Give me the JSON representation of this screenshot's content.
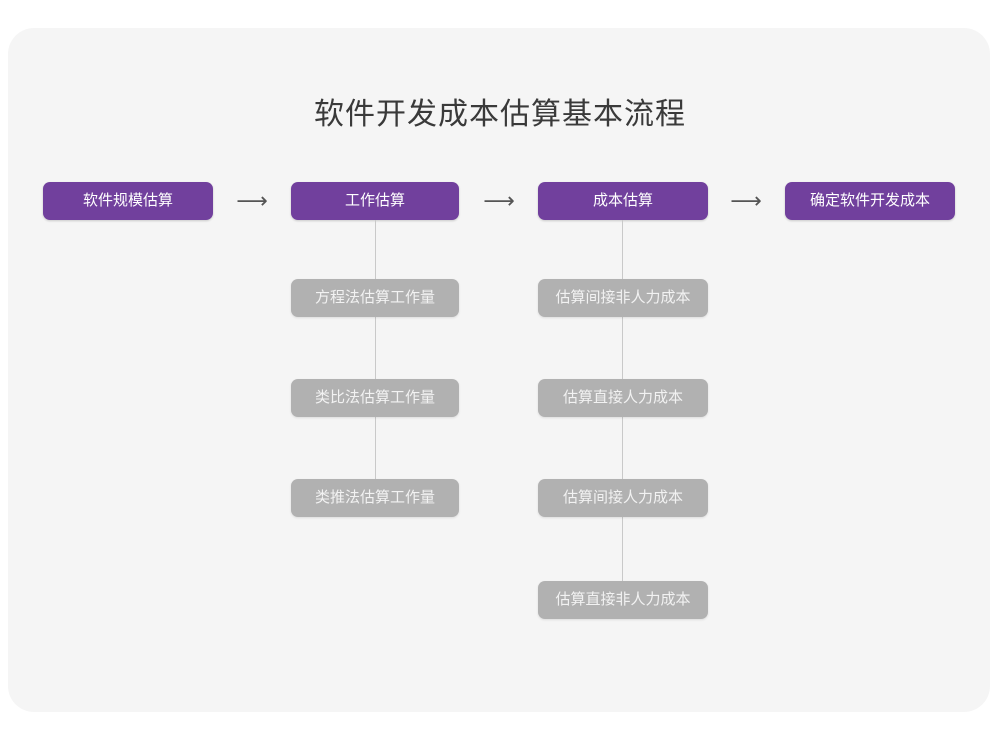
{
  "title": "软件开发成本估算基本流程",
  "colors": {
    "page_background": "#ffffff",
    "card_background": "#f5f5f5",
    "primary_node": "#71409D",
    "primary_node_text": "#ffffff",
    "sub_node": "#b1b1b1",
    "sub_node_text": "#f2f2f2",
    "connector": "#c9c9c9",
    "arrow": "#555555",
    "title_text": "#3a3a3a"
  },
  "flow": {
    "main_steps": [
      {
        "id": "scale",
        "label": "软件规模估算"
      },
      {
        "id": "effort",
        "label": "工作估算"
      },
      {
        "id": "cost",
        "label": "成本估算"
      },
      {
        "id": "final",
        "label": "确定软件开发成本"
      }
    ],
    "arrows": [
      {
        "glyph": "⟶",
        "name": "arrow-scale-to-effort"
      },
      {
        "glyph": "⟶",
        "name": "arrow-effort-to-cost"
      },
      {
        "glyph": "⟶",
        "name": "arrow-cost-to-final"
      }
    ],
    "branches": [
      {
        "parent": "effort",
        "items": [
          {
            "label": "方程法估算工作量"
          },
          {
            "label": "类比法估算工作量"
          },
          {
            "label": "类推法估算工作量"
          }
        ]
      },
      {
        "parent": "cost",
        "items": [
          {
            "label": "估算间接非人力成本"
          },
          {
            "label": "估算直接人力成本"
          },
          {
            "label": "估算间接人力成本"
          },
          {
            "label": "估算直接非人力成本"
          }
        ]
      }
    ]
  }
}
